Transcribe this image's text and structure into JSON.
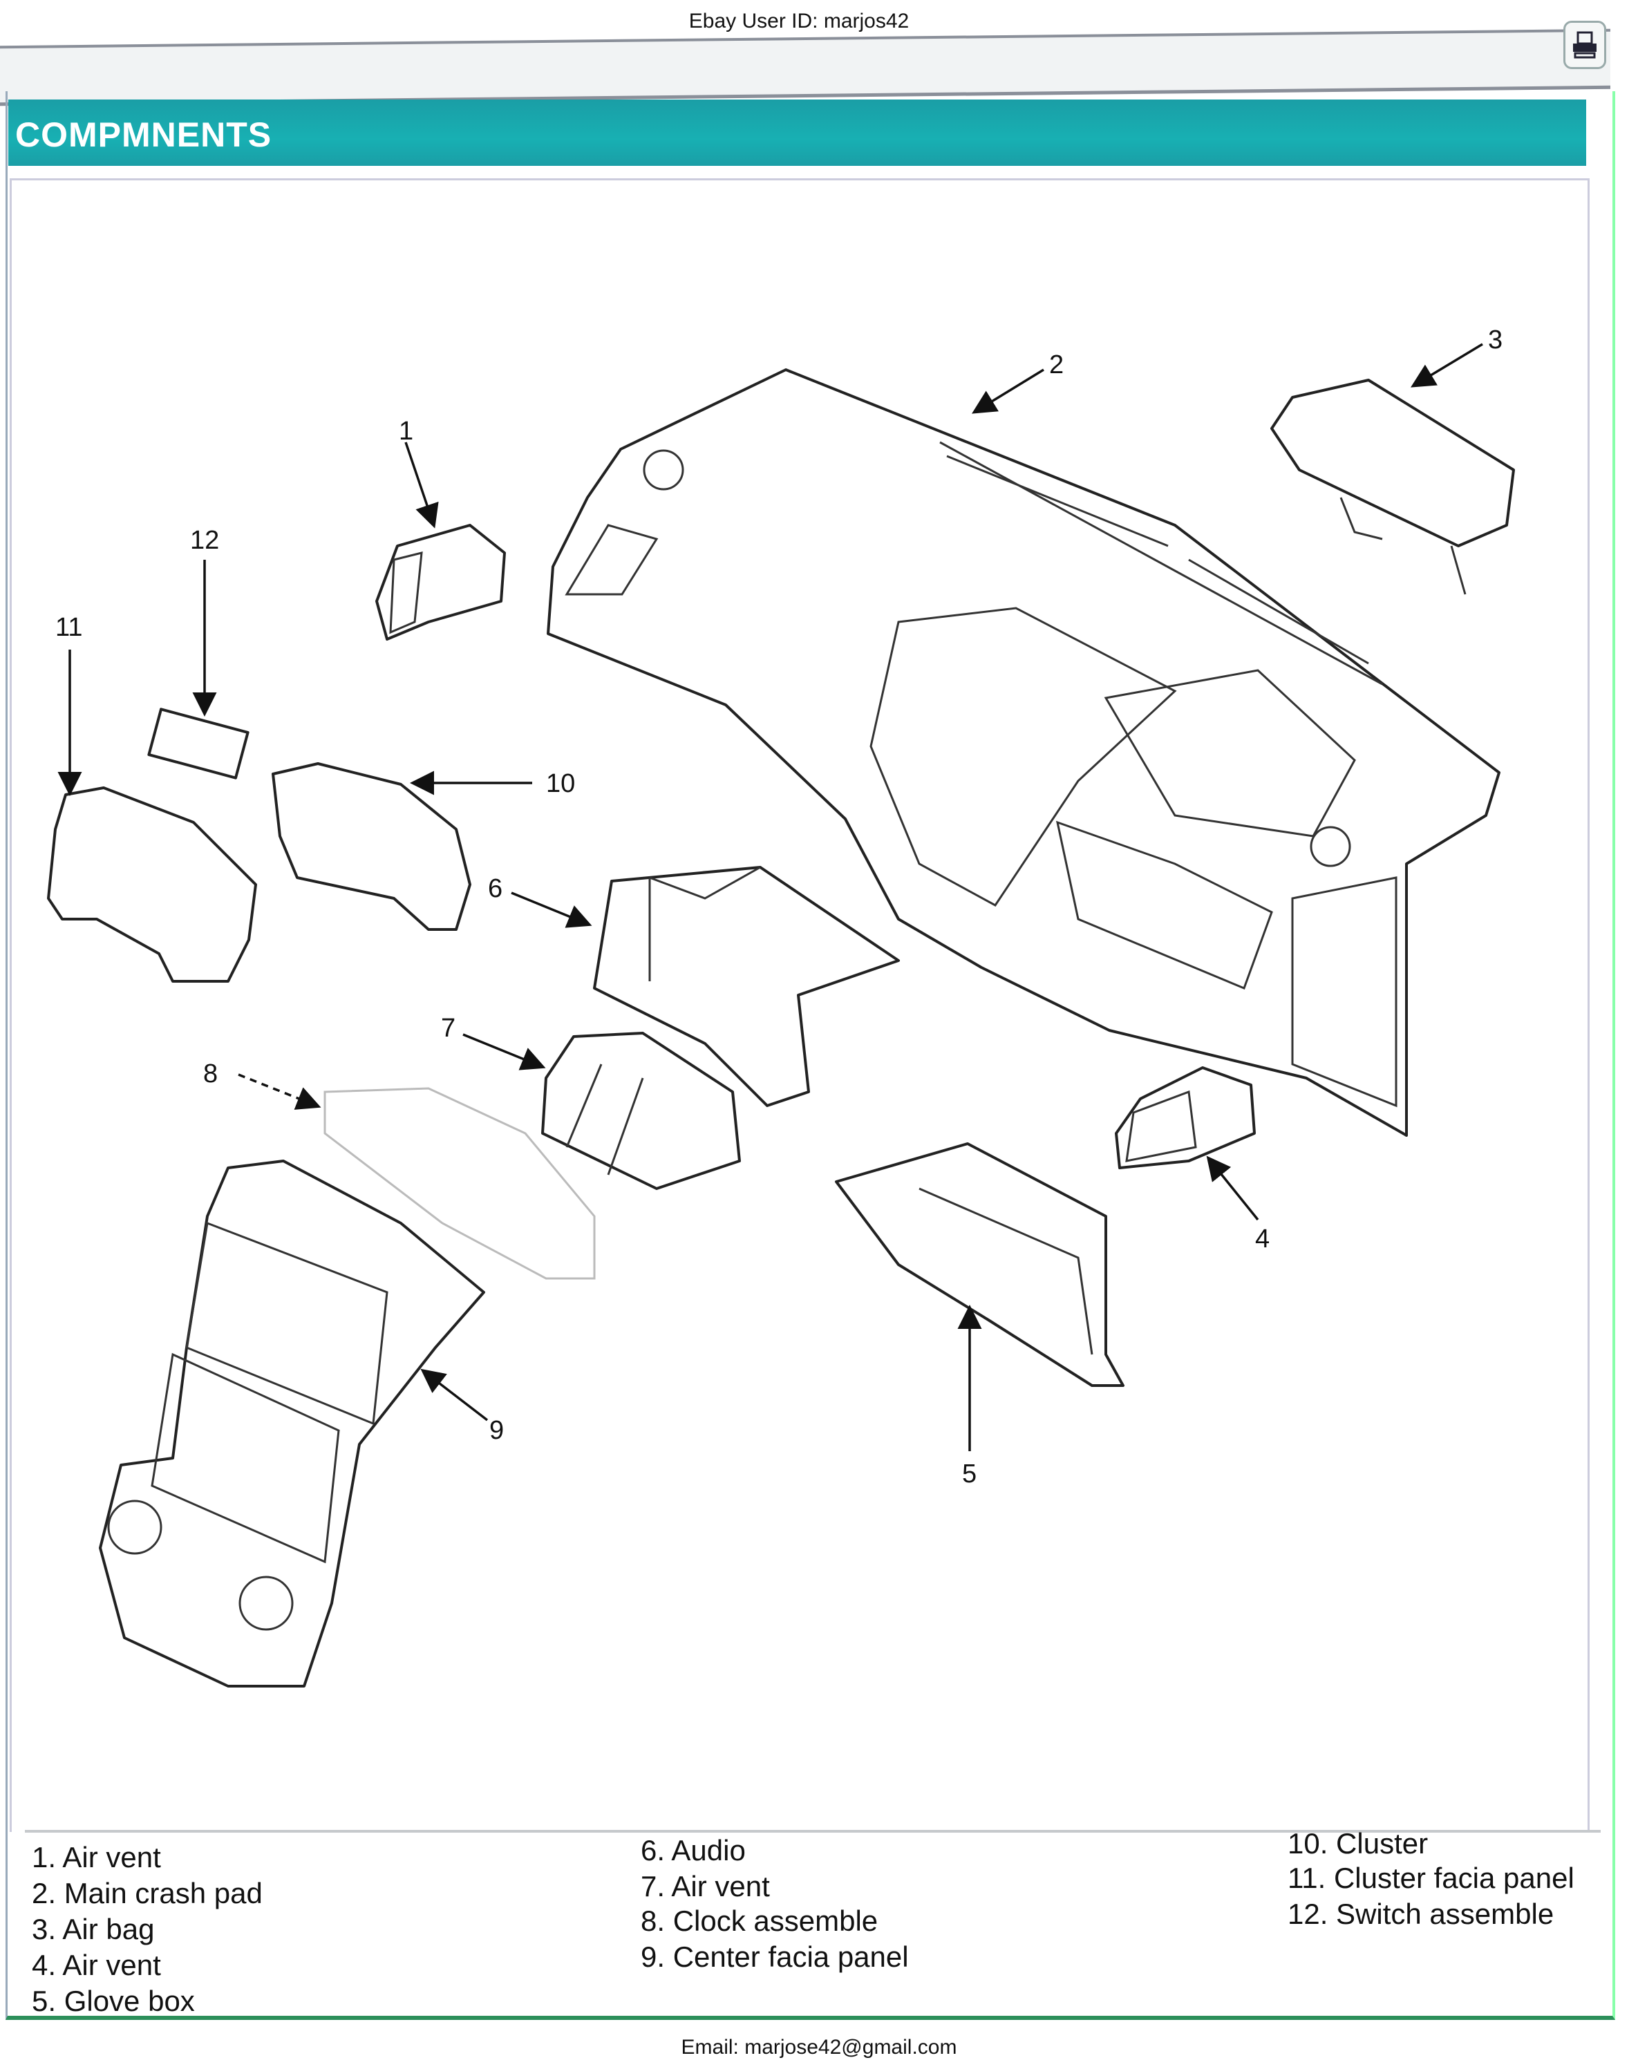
{
  "header": {
    "ebay_user_id": "Ebay User ID:  marjos42",
    "title": "COMPMNENTS",
    "print_icon": "printer-icon"
  },
  "diagram": {
    "callouts": [
      "1",
      "2",
      "3",
      "4",
      "5",
      "6",
      "7",
      "8",
      "9",
      "10",
      "11",
      "12"
    ]
  },
  "legend": {
    "col1": [
      "1. Air vent",
      "2. Main crash pad",
      "3. Air bag",
      "4. Air vent",
      "5. Glove box"
    ],
    "col2": [
      "6. Audio",
      "7. Air vent",
      "8. Clock assemble",
      "9. Center facia panel"
    ],
    "col3": [
      "10. Cluster",
      "11. Cluster facia panel",
      "12. Switch assemble"
    ]
  },
  "footer": {
    "email": "Email:  marjose42@gmail.com"
  },
  "colors": {
    "header_bar": "#1aa5ab",
    "frame_green": "#2c8f5a"
  }
}
